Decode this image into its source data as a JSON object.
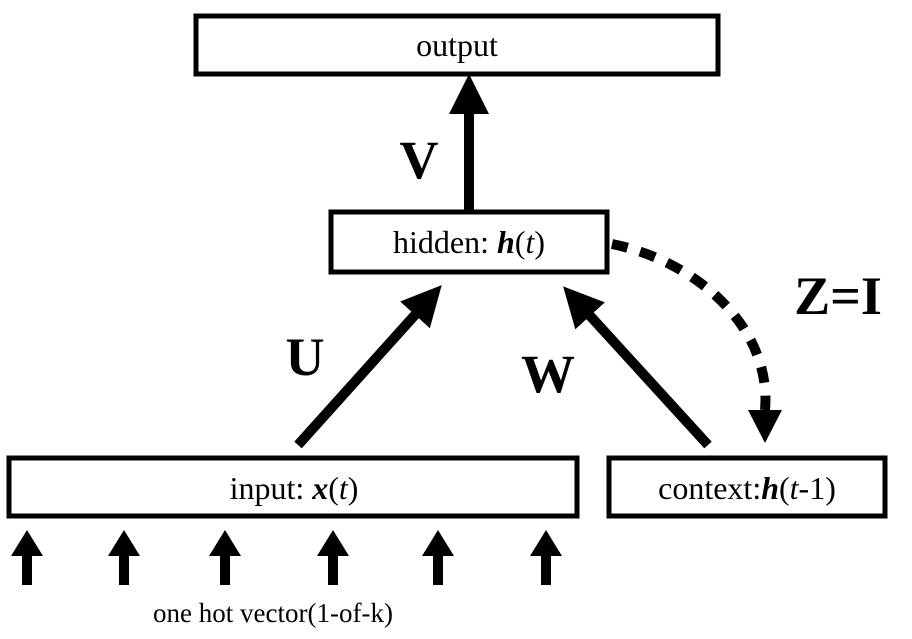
{
  "nodes": {
    "output": {
      "label": "output"
    },
    "hidden": {
      "prefix": "hidden: ",
      "var": "h",
      "arg": "t"
    },
    "input": {
      "prefix": "input: ",
      "var": "x",
      "arg": "t"
    },
    "context": {
      "prefix": "context:",
      "var": "h",
      "arg": "t",
      "suffix": "-1"
    }
  },
  "edges": {
    "V": "V",
    "U": "U",
    "W": "W",
    "Z": "Z=I"
  },
  "caption": "one hot vector(1-of-k)",
  "colors": {
    "stroke": "#000000",
    "background": "#ffffff"
  }
}
